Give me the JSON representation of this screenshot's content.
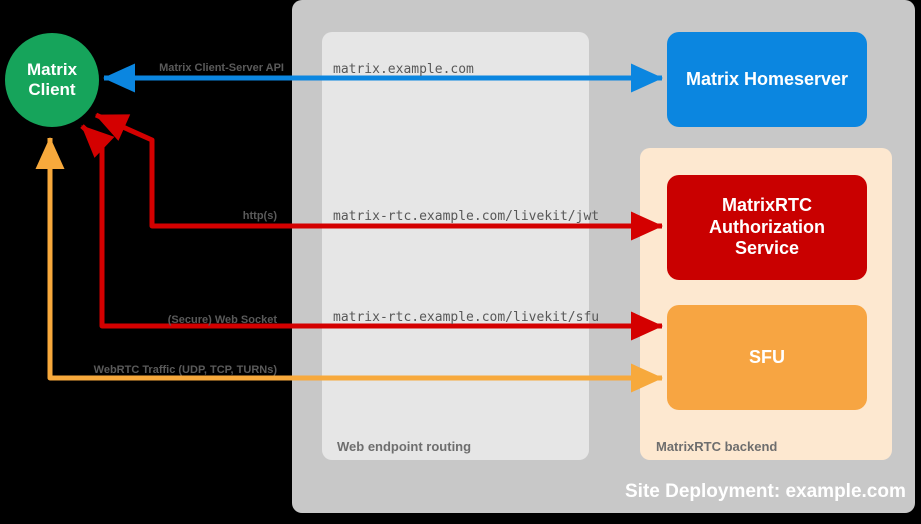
{
  "diagram": {
    "title": "Site Deployment: example.com",
    "client": {
      "line1": "Matrix",
      "line2": "Client"
    },
    "panels": {
      "site": {
        "caption": "Site Deployment: example.com",
        "color": "#c8c8c8"
      },
      "web_routing": {
        "caption": "Web endpoint routing",
        "color": "#e6e6e6"
      },
      "matrixrtc_backend": {
        "caption": "MatrixRTC backend",
        "color": "#fde8d0"
      }
    },
    "nodes": [
      {
        "id": "homeserver",
        "label": "Matrix Homeserver",
        "color": "#0b86e0"
      },
      {
        "id": "auth",
        "label": "MatrixRTC\nAuthorization\nService",
        "line1": "MatrixRTC",
        "line2": "Authorization",
        "line3": "Service",
        "color": "#c90000"
      },
      {
        "id": "sfu",
        "label": "SFU",
        "color": "#f7a542"
      }
    ],
    "connections": [
      {
        "id": "cs-api",
        "protocol_label": "Matrix Client-Server API",
        "endpoint": "matrix.example.com",
        "color": "#0b86e0",
        "direction": "bidirectional",
        "from": "Matrix Client",
        "to": "Matrix Homeserver"
      },
      {
        "id": "jwt",
        "protocol_label": "http(s)",
        "endpoint": "matrix-rtc.example.com/livekit/jwt",
        "color": "#d40000",
        "direction": "bidirectional",
        "from": "Matrix Client",
        "to": "MatrixRTC Authorization Service"
      },
      {
        "id": "sfu-ws",
        "protocol_label": "(Secure) Web Socket",
        "endpoint": "matrix-rtc.example.com/livekit/sfu",
        "color": "#d40000",
        "direction": "bidirectional",
        "from": "Matrix Client",
        "to": "SFU"
      },
      {
        "id": "webrtc",
        "protocol_label": "WebRTC Traffic (UDP, TCP, TURNs)",
        "endpoint": "",
        "color": "#f7a93c",
        "direction": "bidirectional",
        "from": "Matrix Client",
        "to": "SFU"
      }
    ]
  }
}
